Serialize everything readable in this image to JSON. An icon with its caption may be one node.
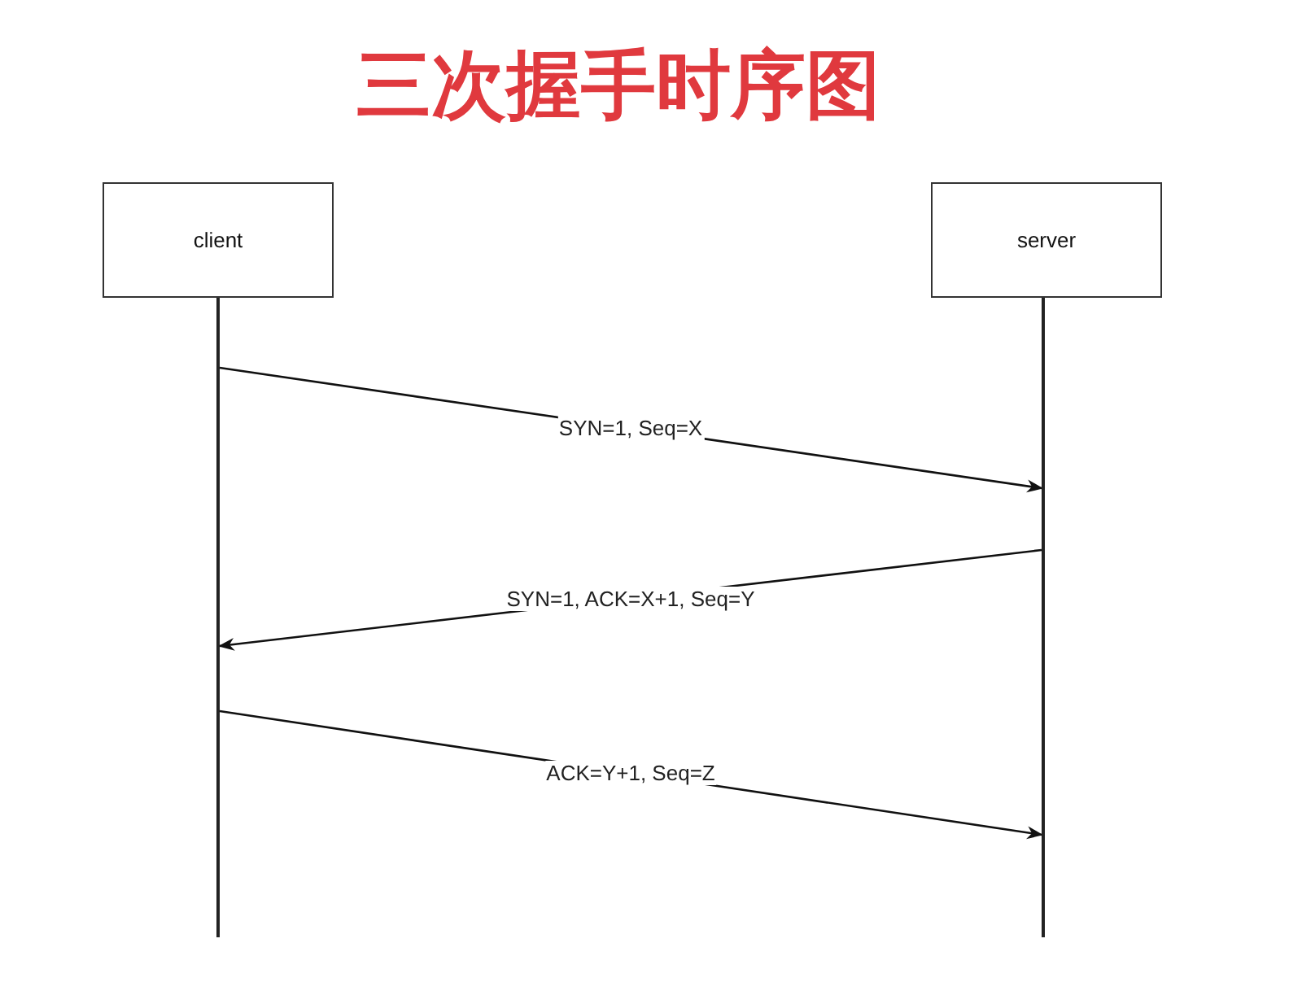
{
  "diagram": {
    "title": "三次握手时序图",
    "nodes": [
      {
        "text": [
          "client"
        ]
      },
      {
        "text": [
          "server"
        ]
      },
      {
        "text": [],
        "shape": "bar"
      },
      {
        "text": [],
        "shape": "bar"
      }
    ],
    "edges": [
      {
        "from": 2,
        "to": 3,
        "arrow": "to",
        "label": "SYN=1, Seq=X"
      },
      {
        "from": 3,
        "to": 2,
        "arrow": "to",
        "label": "SYN=1, ACK=X+1, Seq=Y"
      },
      {
        "from": 2,
        "to": 3,
        "arrow": "to",
        "label": "ACK=Y+1, Seq=Z"
      }
    ]
  }
}
